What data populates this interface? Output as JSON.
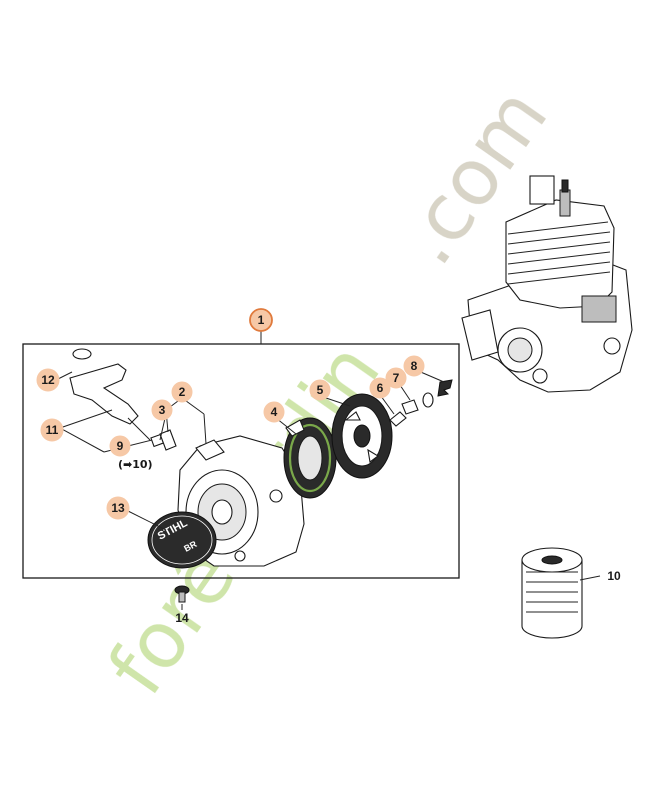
{
  "diagram": {
    "callouts": [
      {
        "id": "1",
        "label": "1"
      },
      {
        "id": "2",
        "label": "2"
      },
      {
        "id": "3",
        "label": "3"
      },
      {
        "id": "4",
        "label": "4"
      },
      {
        "id": "5",
        "label": "5"
      },
      {
        "id": "6",
        "label": "6"
      },
      {
        "id": "7",
        "label": "7"
      },
      {
        "id": "8",
        "label": "8"
      },
      {
        "id": "9",
        "label": "9"
      },
      {
        "id": "10",
        "label": "10"
      },
      {
        "id": "11",
        "label": "11"
      },
      {
        "id": "12",
        "label": "12"
      },
      {
        "id": "13",
        "label": "13"
      },
      {
        "id": "14",
        "label": "14"
      }
    ],
    "reference_note": "(➡10)",
    "emblem_text": "STIHL",
    "emblem_sub": "BR",
    "colors": {
      "callout_fill": "#f6c8a6",
      "callout_stroke": "#e07a3c",
      "highlight_ring": "#e07a3c",
      "watermark_green": "#cde4a6",
      "watermark_gray": "#d6d2c4"
    }
  },
  "watermark": {
    "text_main": "forêtjardin",
    "text_suffix": ".com"
  }
}
